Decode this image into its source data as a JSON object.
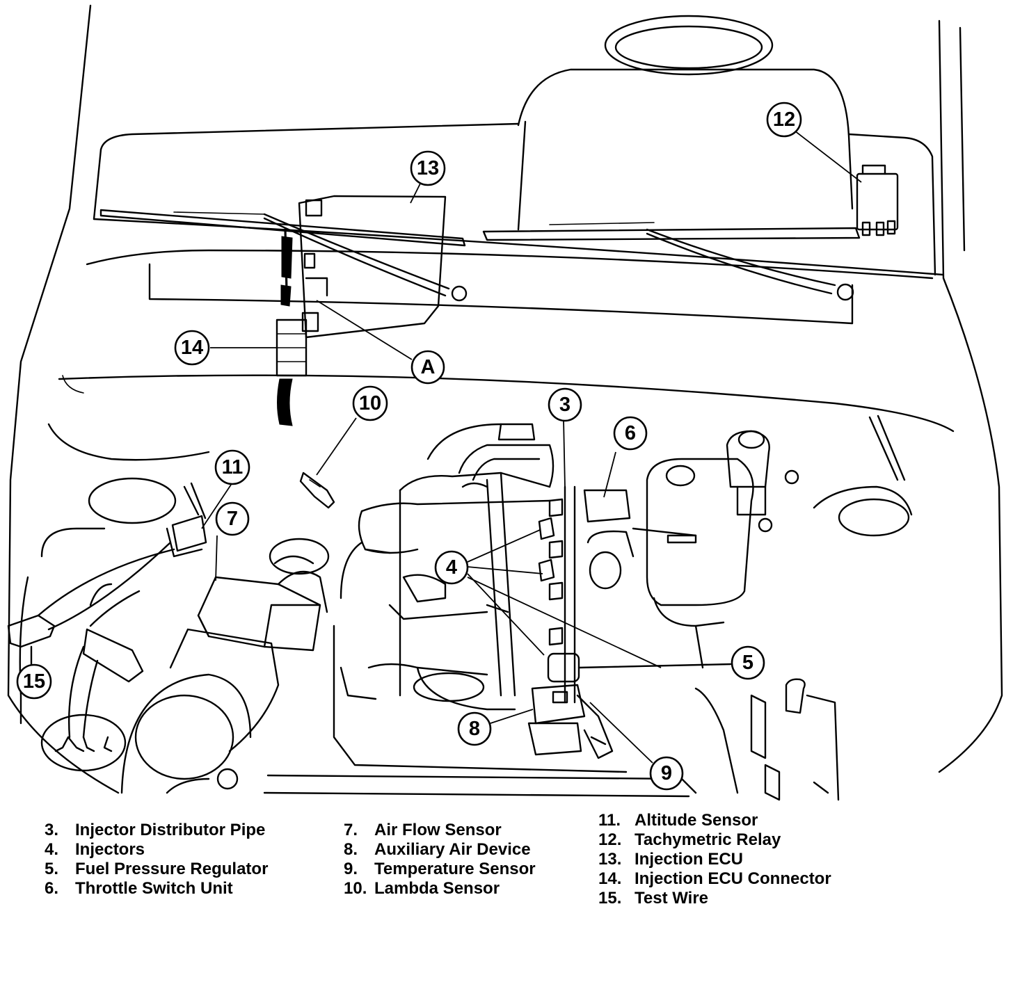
{
  "callouts": {
    "c3": "3",
    "c4": "4",
    "c5": "5",
    "c6": "6",
    "c7": "7",
    "c8": "8",
    "c9": "9",
    "c10": "10",
    "c11": "11",
    "c12": "12",
    "c13": "13",
    "c14": "14",
    "c15": "15",
    "cA": "A"
  },
  "legend": {
    "col1": [
      {
        "num": "3.",
        "label": "Injector Distributor Pipe"
      },
      {
        "num": "4.",
        "label": "Injectors"
      },
      {
        "num": "5.",
        "label": "Fuel Pressure Regulator"
      },
      {
        "num": "6.",
        "label": "Throttle Switch Unit"
      }
    ],
    "col2": [
      {
        "num": "7.",
        "label": "Air Flow Sensor"
      },
      {
        "num": "8.",
        "label": "Auxiliary Air Device"
      },
      {
        "num": "9.",
        "label": "Temperature Sensor"
      },
      {
        "num": "10.",
        "label": "Lambda Sensor"
      }
    ],
    "col3": [
      {
        "num": "11.",
        "label": "Altitude Sensor"
      },
      {
        "num": "12.",
        "label": "Tachymetric Relay"
      },
      {
        "num": "13.",
        "label": "Injection ECU"
      },
      {
        "num": "14.",
        "label": "Injection ECU Connector"
      },
      {
        "num": "15.",
        "label": "Test Wire"
      }
    ]
  }
}
